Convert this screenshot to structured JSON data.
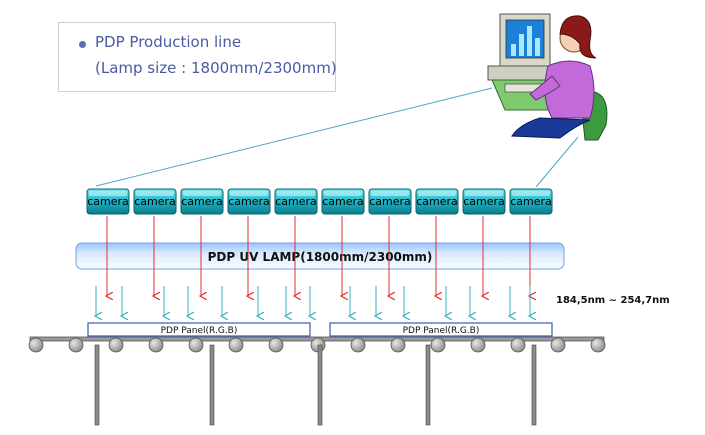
{
  "legend": {
    "line1": "PDP Production line",
    "line2": "(Lamp size : 1800mm/2300mm)"
  },
  "cameras": {
    "label": "camera",
    "count": 10
  },
  "lamp": {
    "label": "PDP UV LAMP(1800mm/2300mm)"
  },
  "panels": [
    {
      "label": "PDP Panel(R.G.B)"
    },
    {
      "label": "PDP Panel(R.G.B)"
    }
  ],
  "wavelength": "184,5nm ~ 254,7nm",
  "colors": {
    "camera_fill": "#1bb3c4",
    "red_arrow": "#e03030",
    "uv_arrow": "#3bb0c0",
    "lamp_fill": "#cfe3ff",
    "legend_text": "#4a5aa0"
  },
  "icons": {
    "operator": "person-at-computer-icon"
  }
}
